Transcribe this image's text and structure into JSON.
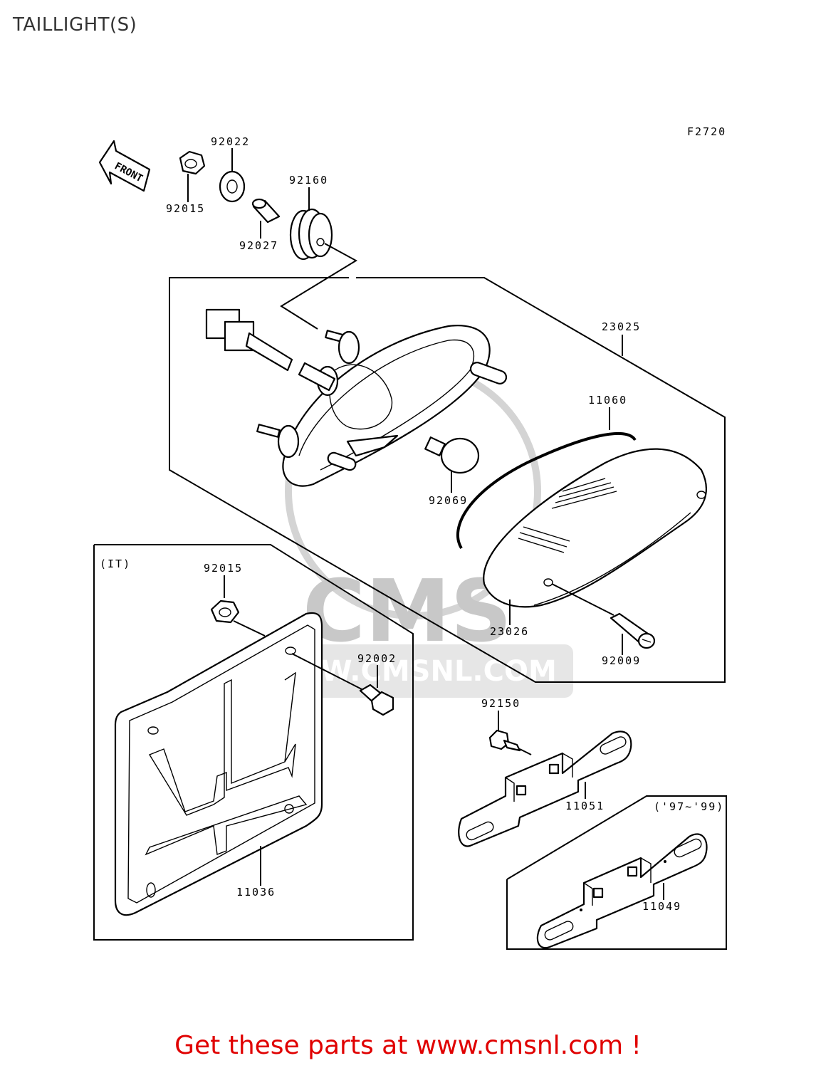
{
  "title": "TAILLIGHT(S)",
  "figure_code": "F2720",
  "front_arrow_label": "FRONT",
  "watermark": {
    "brand": "CMS",
    "url": "WWW.CMSNL.COM"
  },
  "groups": {
    "italy": "(IT)",
    "years": "('97~'99)"
  },
  "parts": {
    "p92022": "92022",
    "p92015_top": "92015",
    "p92160": "92160",
    "p92027": "92027",
    "p23025": "23025",
    "p11060": "11060",
    "p92069": "92069",
    "p23026": "23026",
    "p92009": "92009",
    "p92015_it": "92015",
    "p92002": "92002",
    "p11036": "11036",
    "p92150": "92150",
    "p11051": "11051",
    "p11049": "11049"
  },
  "footer": "Get these parts at www.cmsnl.com !"
}
